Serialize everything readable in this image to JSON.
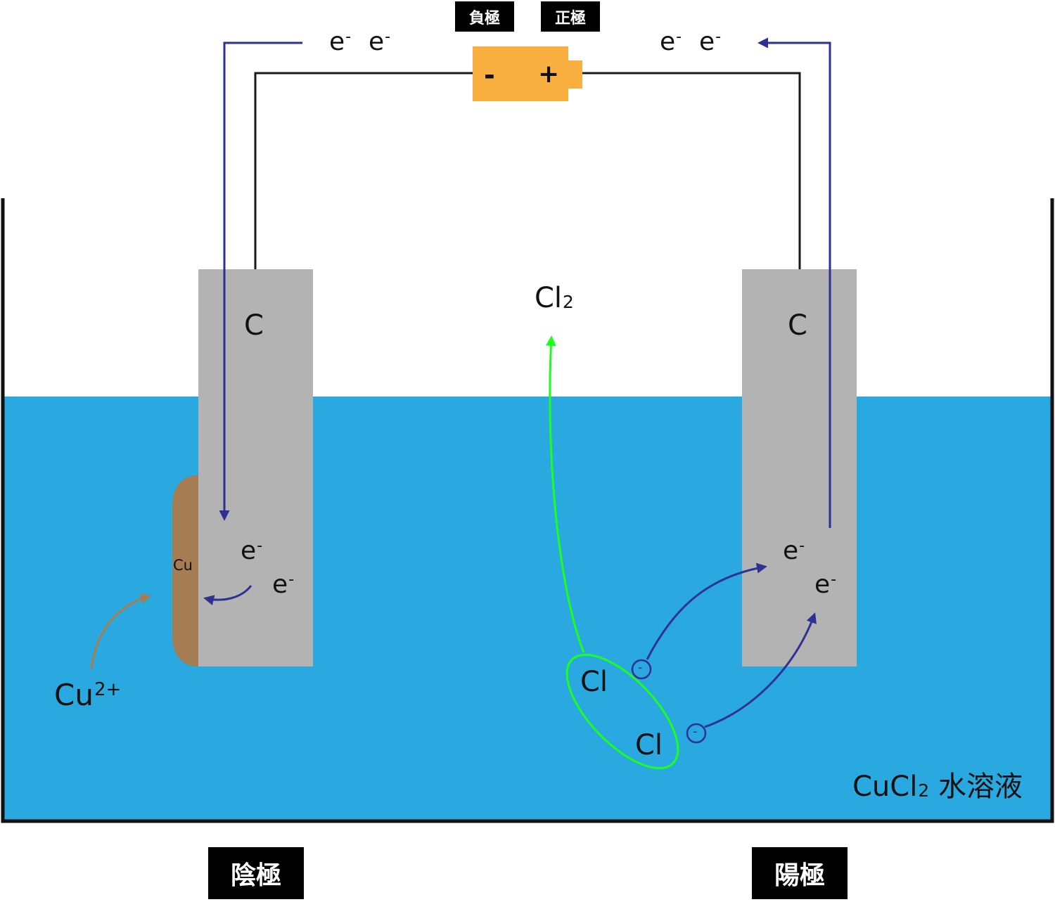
{
  "battery": {
    "negative_label": "負極",
    "positive_label": "正極",
    "minus_sign": "-",
    "plus_sign": "+",
    "color": "#F9B040"
  },
  "electrons": {
    "symbol": "e",
    "charge": "-"
  },
  "cathode": {
    "material": "C",
    "label": "陰極",
    "deposit": "Cu"
  },
  "anode": {
    "material": "C",
    "label": "陽極"
  },
  "ions": {
    "copper": {
      "symbol": "Cu",
      "charge": "2+"
    },
    "chlorine_atom": "Cl",
    "chlorine_gas": {
      "symbol": "Cl",
      "subscript": "2"
    },
    "minus_sign": "-"
  },
  "solution": {
    "formula_main": "CuCl",
    "formula_sub": "2",
    "formula_suffix": " 水溶液",
    "color": "#29A9E0"
  },
  "colors": {
    "electron_arrow": "#2E3192",
    "gas_arrow": "#1CFF1C",
    "copper": "#A67C52",
    "electrode": "#B3B3B3",
    "wire": "#1A1A1A"
  }
}
